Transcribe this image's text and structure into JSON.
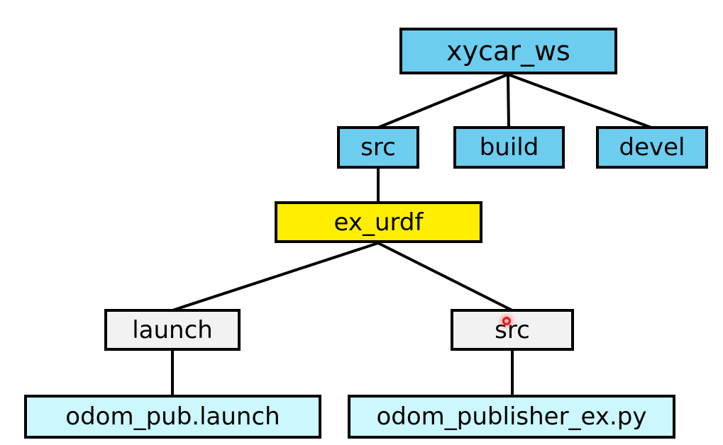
{
  "tree": {
    "root": {
      "label": "xycar_ws",
      "color": "#6ccdee"
    },
    "level1": [
      {
        "label": "src",
        "color": "#6ccdee"
      },
      {
        "label": "build",
        "color": "#6ccdee"
      },
      {
        "label": "devel",
        "color": "#6ccdee"
      }
    ],
    "package": {
      "label": "ex_urdf",
      "color": "#ffee00"
    },
    "package_children": [
      {
        "label": "launch",
        "color": "#f2f2f2"
      },
      {
        "label": "src",
        "color": "#f2f2f2"
      }
    ],
    "files": [
      {
        "label": "odom_pub.launch",
        "color": "#ccf7fc"
      },
      {
        "label": "odom_publisher_ex.py",
        "color": "#ccf7fc"
      }
    ]
  },
  "cursor": {
    "color": "#e21b1b"
  }
}
